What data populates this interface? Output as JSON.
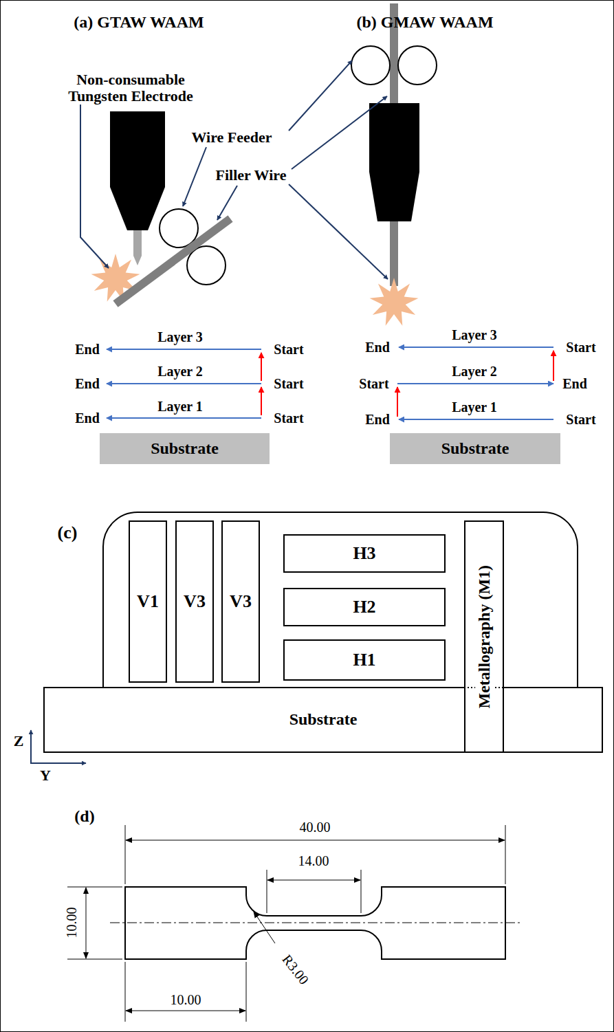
{
  "diagram": {
    "nodes": [
      {
        "text": [
          "Substrate"
        ]
      },
      {
        "text": [
          "Substrate"
        ]
      },
      {
        "text": [
          "V1"
        ]
      },
      {
        "text": [
          "V3"
        ]
      },
      {
        "text": [
          "V3"
        ]
      },
      {
        "text": [
          "H3"
        ]
      },
      {
        "text": [
          "H2"
        ]
      },
      {
        "text": [
          "H1"
        ]
      },
      {
        "text": [
          "Metallography (M1)"
        ]
      },
      {
        "text": [
          "Substrate"
        ]
      }
    ],
    "labels": [
      "(a) GTAW WAAM",
      "(b) GMAW WAAM",
      "Non-consumable Tungsten Electrode",
      "Wire Feeder",
      "Filler Wire",
      "End",
      "Layer 3",
      "Start",
      "End",
      "Layer 2",
      "Start",
      "End",
      "Layer 1",
      "Start",
      "End",
      "Layer 3",
      "Start",
      "Start",
      "Layer 2",
      "End",
      "End",
      "Layer 1",
      "Start",
      "(c)",
      "Z",
      "Y",
      "(d)",
      "40.00",
      "14.00",
      "10.00",
      "R3.00",
      "10.00"
    ]
  }
}
